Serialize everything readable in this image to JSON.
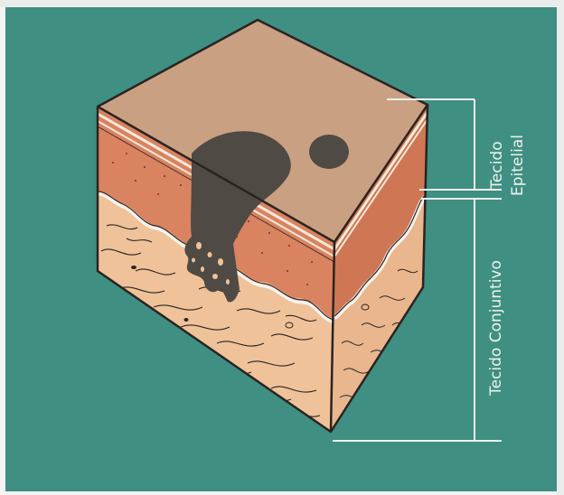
{
  "labels": {
    "epithelial_line1": "Tecido",
    "epithelial_line2": "Epitelial",
    "connective": "Tecido Conjuntivo"
  },
  "colors": {
    "background": "#3f8f83",
    "top_face": "#caa082",
    "epidermis": "#d98360",
    "dermis": "#efc29a",
    "lesion": "#4f4a44",
    "outline": "#2a2320",
    "bracket": "#eef2ee"
  }
}
